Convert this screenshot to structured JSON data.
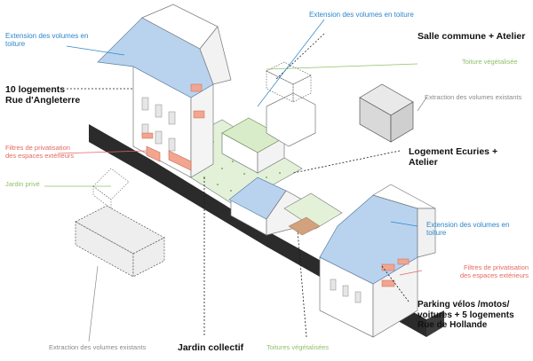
{
  "labels": {
    "ext_roof_top_left": "Extension des volumes en toiture",
    "ext_roof_top_center": "Extension des volumes en toiture",
    "salle_commune": "Salle commune + Atelier",
    "toiture_vegetalisee_top": "Toiture végétalisée",
    "extraction_right": "Extraction des volumes existants",
    "logements_angleterre": "10 logements\nRue d'Angleterre",
    "filtres_left": "Filtres de privatisation\ndes espaces extérieurs",
    "logement_ecuries": "Logement Ecuries + Atelier",
    "jardin_prive": "Jardin privé",
    "ext_roof_right": "Extension des volumes en toiture",
    "filtres_right": "Filtres de privatisation\ndes espaces extérieurs",
    "parking": "Parking vélos /motos/\nvoitures + 5 logements\nRue de Hollande",
    "extraction_bottom": "Extraction des volumes existants",
    "jardin_collectif": "Jardin collectif",
    "toitures_vegetalisees_bottom": "Toitures végétalisées"
  },
  "colors": {
    "label_blue": "#2f86c9",
    "label_red": "#e4685f",
    "label_green": "#8fc06a",
    "label_grey": "#8a8a8a",
    "extension_fill": "#b9d3ef",
    "green_roof_fill": "#d9ecc9",
    "base_fill": "#2b2b2b",
    "privacy_filter_fill": "#f2a58f"
  }
}
